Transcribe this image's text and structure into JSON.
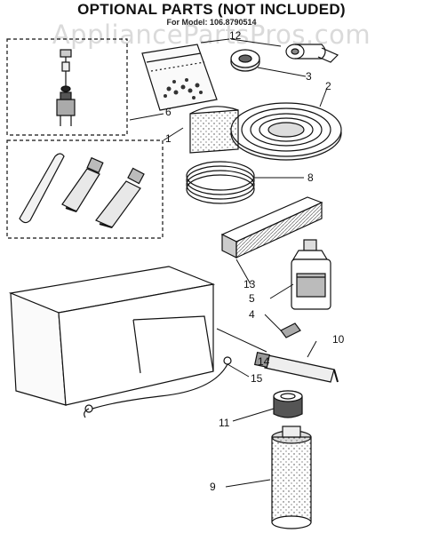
{
  "header": {
    "title": "OPTIONAL PARTS (NOT INCLUDED)",
    "model_line": "For Model: 106.8790514"
  },
  "watermark": "AppliancePartsPros.com",
  "callouts": {
    "c1": "1",
    "c2": "2",
    "c3": "3",
    "c4": "4",
    "c5": "5",
    "c6": "6",
    "c8": "8",
    "c9": "9",
    "c10": "10",
    "c11": "11",
    "c12": "12",
    "c13": "13",
    "c14": "14",
    "c15": "15"
  }
}
